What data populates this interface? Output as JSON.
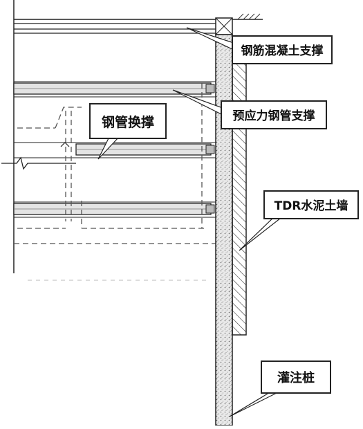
{
  "labels": {
    "rc_support": "钢筋混凝土支撑",
    "prestressed_support": "预应力钢管支撑",
    "pipe_replacement": "钢管换撑",
    "tdr_wall": "TDR水泥土墙",
    "bored_pile": "灌注桩"
  },
  "colors": {
    "line": "#222222",
    "dash": "#555555",
    "pile_fill": "#d8d8d8",
    "strut_fill": "#e4e4e4",
    "callout_fill": "#ffffff"
  }
}
